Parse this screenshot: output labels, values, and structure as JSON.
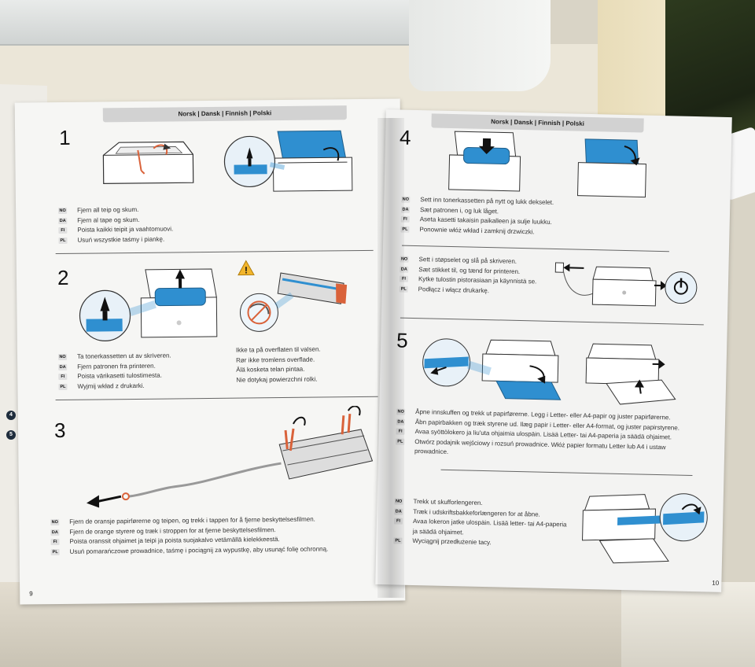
{
  "left_page": {
    "lang_bar": "Norsk | Dansk | Finnish | Polski",
    "page_number": "9",
    "step1": {
      "number": "1",
      "lines": [
        {
          "code": "NO",
          "text": "Fjern all teip og skum."
        },
        {
          "code": "DA",
          "text": "Fjern al tape og skum."
        },
        {
          "code": "FI",
          "text": "Poista kaikki teipit ja vaahtomuovi."
        },
        {
          "code": "PL",
          "text": "Usuń wszystkie taśmy i piankę."
        }
      ]
    },
    "step2": {
      "number": "2",
      "lines": [
        {
          "code": "NO",
          "text": "Ta tonerkassetten ut av skriveren."
        },
        {
          "code": "DA",
          "text": "Fjern patronen fra printeren."
        },
        {
          "code": "FI",
          "text": "Poista värikasetti tulostimesta."
        },
        {
          "code": "PL",
          "text": "Wyjmij wkład z drukarki."
        }
      ],
      "warning_lines": [
        "Ikke ta på overflaten til valsen.",
        "Rør ikke tromlens overflade.",
        "Älä kosketa telan pintaa.",
        "Nie dotykaj powierzchni rolki."
      ]
    },
    "step3": {
      "number": "3",
      "lines": [
        {
          "code": "NO",
          "text": "Fjern de oransje papirførerne og teipen, og trekk i tappen for å fjerne beskyttelsesfilmen."
        },
        {
          "code": "DA",
          "text": "Fjern de orange styrere og træk i stroppen for at fjerne beskyttelsesfilmen."
        },
        {
          "code": "FI",
          "text": "Poista oranssit ohjaimet ja teipi ja poista suojakalvo vetämällä kielekkeestä."
        },
        {
          "code": "PL",
          "text": "Usuń pomarańczowe prowadnice, taśmę i pociągnij za wypustkę, aby usunąć folię ochronną."
        }
      ]
    },
    "side_badges": [
      "4",
      "5"
    ]
  },
  "right_page": {
    "lang_bar": "Norsk | Dansk | Finnish | Polski",
    "page_number": "10",
    "step4": {
      "number": "4",
      "lines": [
        {
          "code": "NO",
          "text": "Sett inn tonerkassetten på nytt og lukk dekselet."
        },
        {
          "code": "DA",
          "text": "Sæt patronen i, og luk låget."
        },
        {
          "code": "FI",
          "text": "Aseta kasetti takaisin paikalleen ja sulje luukku."
        },
        {
          "code": "PL",
          "text": "Ponownie włóż wkład i zamknij drzwiczki."
        }
      ],
      "power_lines": [
        {
          "code": "NO",
          "text": "Sett i støpselet og slå på skriveren."
        },
        {
          "code": "DA",
          "text": "Sæt stikket til, og tænd for printeren."
        },
        {
          "code": "FI",
          "text": "Kytke tulostin pistorasiaan ja käynnistä se."
        },
        {
          "code": "PL",
          "text": "Podłącz i włącz drukarkę."
        }
      ]
    },
    "step5": {
      "number": "5",
      "lines": [
        {
          "code": "NO",
          "text": "Åpne innskuffen og trekk ut papirførerne. Legg i Letter- eller A4-papir og juster papirførerne."
        },
        {
          "code": "DA",
          "text": "Åbn papirbakken og træk styrene ud. Ilæg papir i Letter- eller A4-format, og juster papirstyrene."
        },
        {
          "code": "FI",
          "text": "Avaa syöttölokero ja liu'uta ohjaimia ulospäin. Lisää Letter- tai A4-paperia ja säädä ohjaimet."
        },
        {
          "code": "PL",
          "text": "Otwórz podajnik wejściowy i rozsuń prowadnice. Włóż papier formatu Letter lub A4 i ustaw prowadnice."
        }
      ],
      "extender_lines": [
        {
          "code": "NO",
          "text": "Trekk ut skufforlengeren."
        },
        {
          "code": "DA",
          "text": "Træk i udskriftsbakkeforlængeren for at åbne."
        },
        {
          "code": "FI",
          "text": "Avaa lokeron jatke ulospäin. Lisää letter- tai A4-paperia ja säädä ohjaimet."
        },
        {
          "code": "PL",
          "text": "Wyciągnij przedłużenie tacy."
        }
      ]
    }
  },
  "colors": {
    "accent_blue": "#2f8fd0",
    "orange": "#d9623a",
    "warning_yellow": "#f2b52b",
    "icon_dark": "#1f2d3d"
  }
}
